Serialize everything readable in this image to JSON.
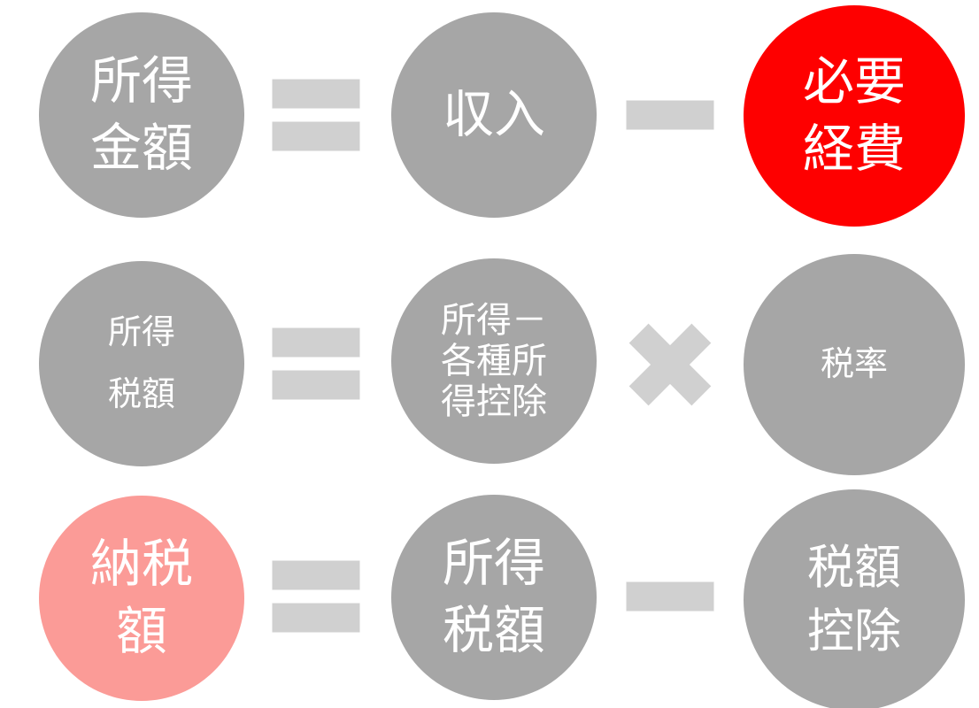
{
  "colors": {
    "background": "#ffffff",
    "circle_gray": "#a6a6a6",
    "operator_gray": "#d0d0d0",
    "circle_red": "#fe0000",
    "circle_pink": "#fb9b97",
    "text": "#ffffff"
  },
  "rows": [
    {
      "name": "income-amount-formula",
      "result": {
        "lines": [
          "所得",
          "金額"
        ],
        "color": "gray"
      },
      "equals": "＝",
      "left_operand": {
        "lines": [
          "収入"
        ],
        "color": "gray"
      },
      "operator": "−",
      "right_operand": {
        "lines": [
          "必要",
          "経費"
        ],
        "color": "red"
      }
    },
    {
      "name": "income-tax-formula",
      "result": {
        "lines": [
          "所得",
          "税額"
        ],
        "color": "gray"
      },
      "equals": "＝",
      "left_operand": {
        "lines": [
          "所得－",
          "各種所",
          "得控除"
        ],
        "color": "gray"
      },
      "operator": "×",
      "right_operand": {
        "lines": [
          "税率"
        ],
        "color": "gray"
      }
    },
    {
      "name": "tax-payment-formula",
      "result": {
        "lines": [
          "納税",
          "額"
        ],
        "color": "pink"
      },
      "equals": "＝",
      "left_operand": {
        "lines": [
          "所得",
          "税額"
        ],
        "color": "gray"
      },
      "operator": "−",
      "right_operand": {
        "lines": [
          "税額",
          "控除"
        ],
        "color": "gray"
      }
    }
  ]
}
